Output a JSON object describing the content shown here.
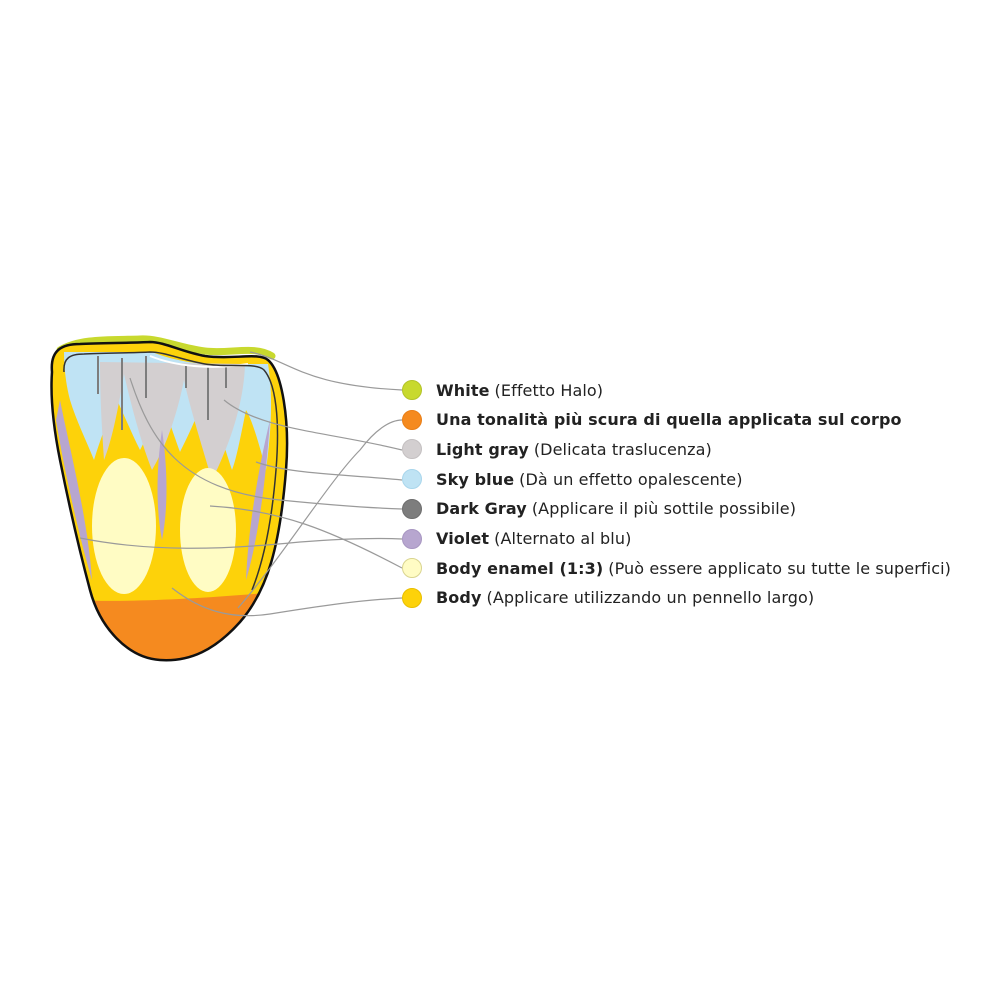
{
  "legend": [
    {
      "name": "White",
      "desc": "(Effetto Halo)",
      "color": "#c8d92e",
      "border": "#b3c328"
    },
    {
      "name": "Una tonalità più scura di quella applicata sul corpo",
      "desc": "",
      "color": "#f58a1f",
      "border": "#e97f17"
    },
    {
      "name": "Light gray",
      "desc": "(Delicata traslucenza)",
      "color": "#d3cfd0",
      "border": "#c4c0c1"
    },
    {
      "name": "Sky blue",
      "desc": "(Dà un effetto opalescente)",
      "color": "#bfe3f4",
      "border": "#a9d6ec"
    },
    {
      "name": "Dark Gray",
      "desc": "(Applicare il più sottile possibile)",
      "color": "#7d7d7d",
      "border": "#6e6e6e"
    },
    {
      "name": "Violet",
      "desc": "(Alternato al blu)",
      "color": "#b7a6cf",
      "border": "#a897c2"
    },
    {
      "name": "Body enamel (1:3)",
      "desc": "(Può essere applicato su tutte le superfici)",
      "color": "#fffcc4",
      "border": "#d9d48f"
    },
    {
      "name": "Body",
      "desc": "(Applicare utilizzando un pennello largo)",
      "color": "#fdd20a",
      "border": "#e9bf00"
    }
  ],
  "colors": {
    "outline": "#111111",
    "leader": "#9a9a9a"
  }
}
